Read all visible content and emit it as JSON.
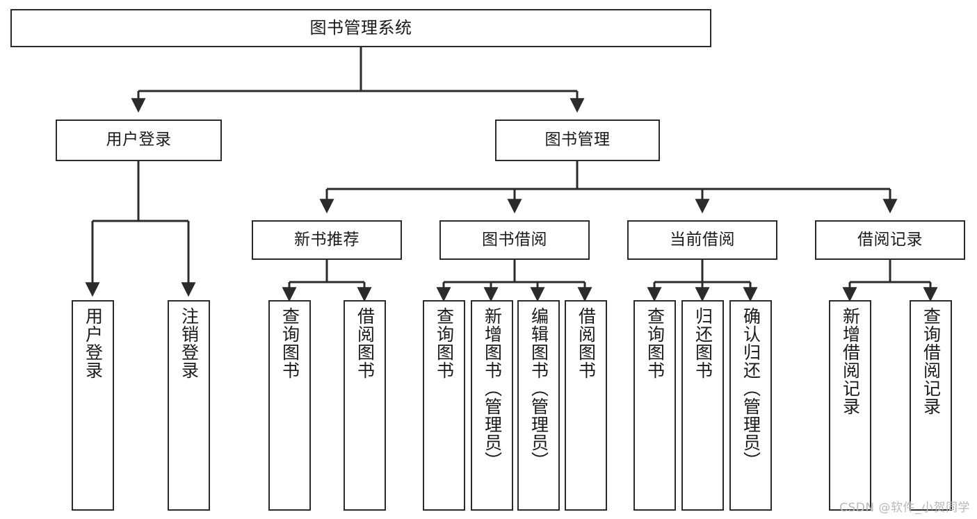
{
  "diagram": {
    "title": "图书管理系统",
    "watermark": "CSDN @软件_小贺同学",
    "line_color": "#2b2b2b",
    "box_fill": "#ffffff",
    "text_color": "#1a1a1a",
    "watermark_color": "#b8b8b8"
  },
  "nodes": {
    "root": {
      "label": "图书管理系统"
    },
    "level2": [
      {
        "id": "user-login",
        "label": "用户登录"
      },
      {
        "id": "book-management",
        "label": "图书管理"
      }
    ],
    "level3": [
      {
        "id": "new-book-recommend",
        "label": "新书推荐"
      },
      {
        "id": "book-borrow",
        "label": "图书借阅"
      },
      {
        "id": "current-borrow",
        "label": "当前借阅"
      },
      {
        "id": "borrow-record",
        "label": "借阅记录"
      }
    ],
    "leaves": {
      "user_login": [
        {
          "id": "leaf-user-login",
          "label": "用户登录"
        },
        {
          "id": "leaf-logout-login",
          "label": "注销登录"
        }
      ],
      "new_book_recommend": [
        {
          "id": "leaf-query-book-1",
          "label": "查询图书"
        },
        {
          "id": "leaf-borrow-book-1",
          "label": "借阅图书"
        }
      ],
      "book_borrow": [
        {
          "id": "leaf-query-book-2",
          "label": "查询图书"
        },
        {
          "id": "leaf-add-book",
          "label": "新增图书（管理员）"
        },
        {
          "id": "leaf-edit-book",
          "label": "编辑图书（管理员）"
        },
        {
          "id": "leaf-borrow-book-2",
          "label": "借阅图书"
        }
      ],
      "current_borrow": [
        {
          "id": "leaf-query-book-3",
          "label": "查询图书"
        },
        {
          "id": "leaf-return-book",
          "label": "归还图书"
        },
        {
          "id": "leaf-confirm-return",
          "label": "确认归还（管理员）"
        }
      ],
      "borrow_record": [
        {
          "id": "leaf-add-record",
          "label": "新增借阅记录"
        },
        {
          "id": "leaf-query-record",
          "label": "查询借阅记录"
        }
      ]
    }
  },
  "chart_data": {
    "type": "diagram",
    "title": "图书管理系统",
    "structure": "tree",
    "orientation": "top-down",
    "root": "图书管理系统",
    "tree": [
      {
        "name": "用户登录",
        "children": [
          "用户登录",
          "注销登录"
        ]
      },
      {
        "name": "图书管理",
        "children": [
          {
            "name": "新书推荐",
            "children": [
              "查询图书",
              "借阅图书"
            ]
          },
          {
            "name": "图书借阅",
            "children": [
              "查询图书",
              "新增图书（管理员）",
              "编辑图书（管理员）",
              "借阅图书"
            ]
          },
          {
            "name": "当前借阅",
            "children": [
              "查询图书",
              "归还图书",
              "确认归还（管理员）"
            ]
          },
          {
            "name": "借阅记录",
            "children": [
              "新增借阅记录",
              "查询借阅记录"
            ]
          }
        ]
      }
    ]
  }
}
